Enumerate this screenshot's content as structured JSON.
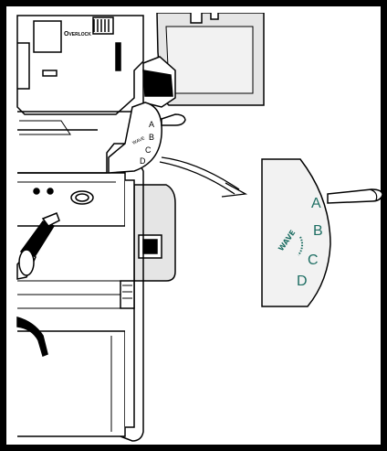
{
  "machine": {
    "model_label": "Overlock",
    "small_dial": {
      "positions": [
        "A",
        "B",
        "C",
        "D"
      ],
      "mode_label": "WAVE"
    }
  },
  "callout": {
    "positions": [
      "A",
      "B",
      "C",
      "D"
    ],
    "mode_label": "WAVE"
  },
  "colors": {
    "line": "#000000",
    "shade": "#e5e5e5",
    "accent": "#1e6e63"
  }
}
